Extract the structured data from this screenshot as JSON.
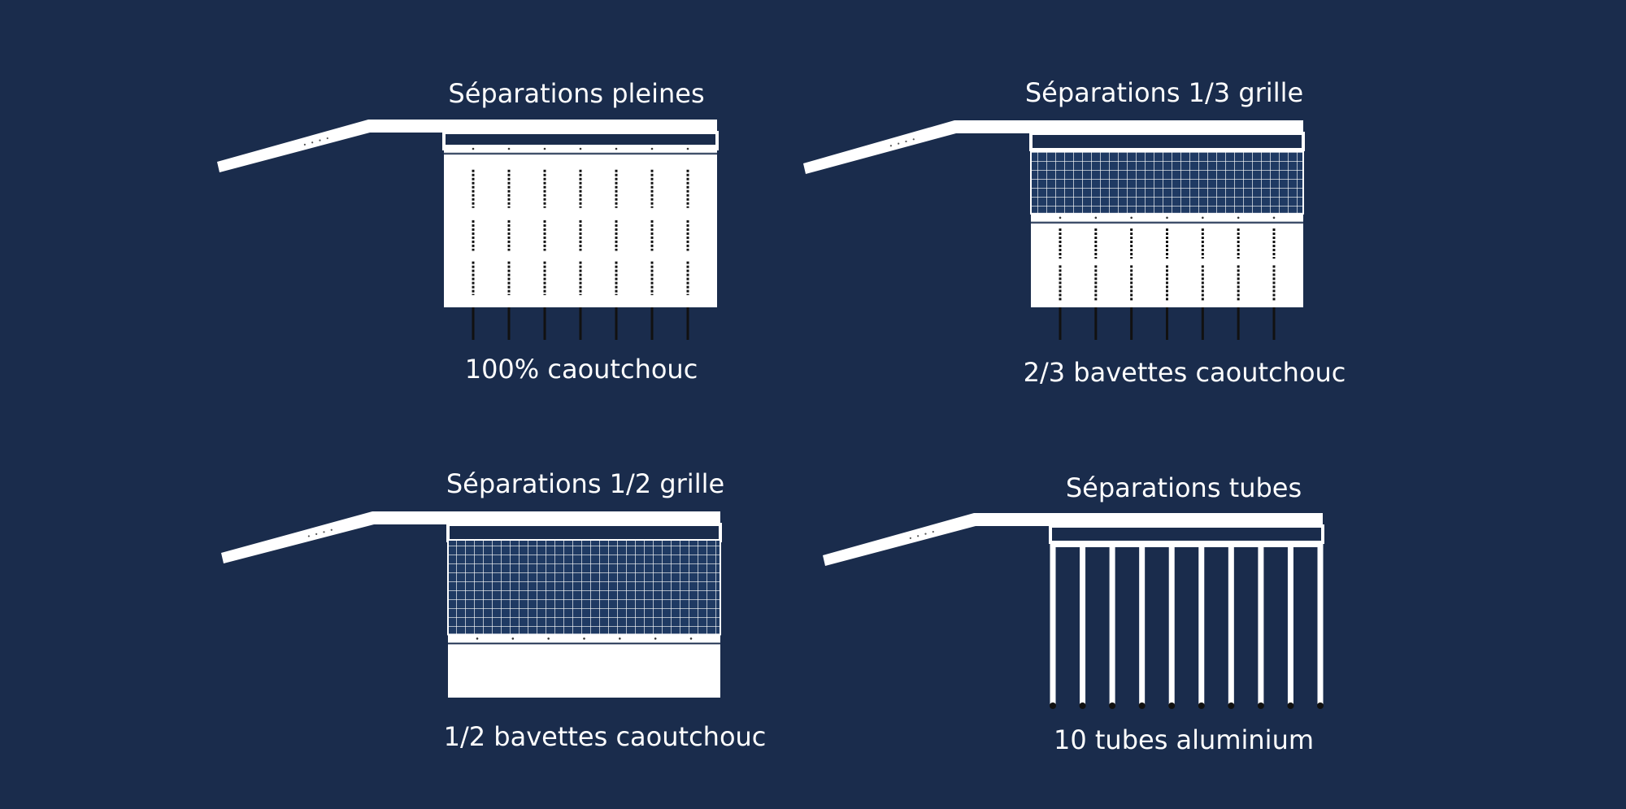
{
  "colors": {
    "background": "#1a2c4c",
    "structure": "#ffffff",
    "grid_cell": "#1f3a63",
    "rubber_marks": "#111111"
  },
  "panels": [
    {
      "title": "Séparations pleines",
      "caption": "100% caoutchouc",
      "curtain": "rubber",
      "grid_fraction": 0,
      "strips": 7
    },
    {
      "title": "Séparations 1/3 grille",
      "caption": "2/3 bavettes caoutchouc",
      "curtain": "grid-rubber",
      "grid_fraction": 0.4,
      "strips": 7
    },
    {
      "title": "Séparations 1/2 grille",
      "caption": "1/2 bavettes caoutchouc",
      "curtain": "grid-plain",
      "grid_fraction": 0.6,
      "strips": 7
    },
    {
      "title": "Séparations tubes",
      "caption": "10 tubes aluminium",
      "curtain": "tubes",
      "tubes": 10
    }
  ]
}
